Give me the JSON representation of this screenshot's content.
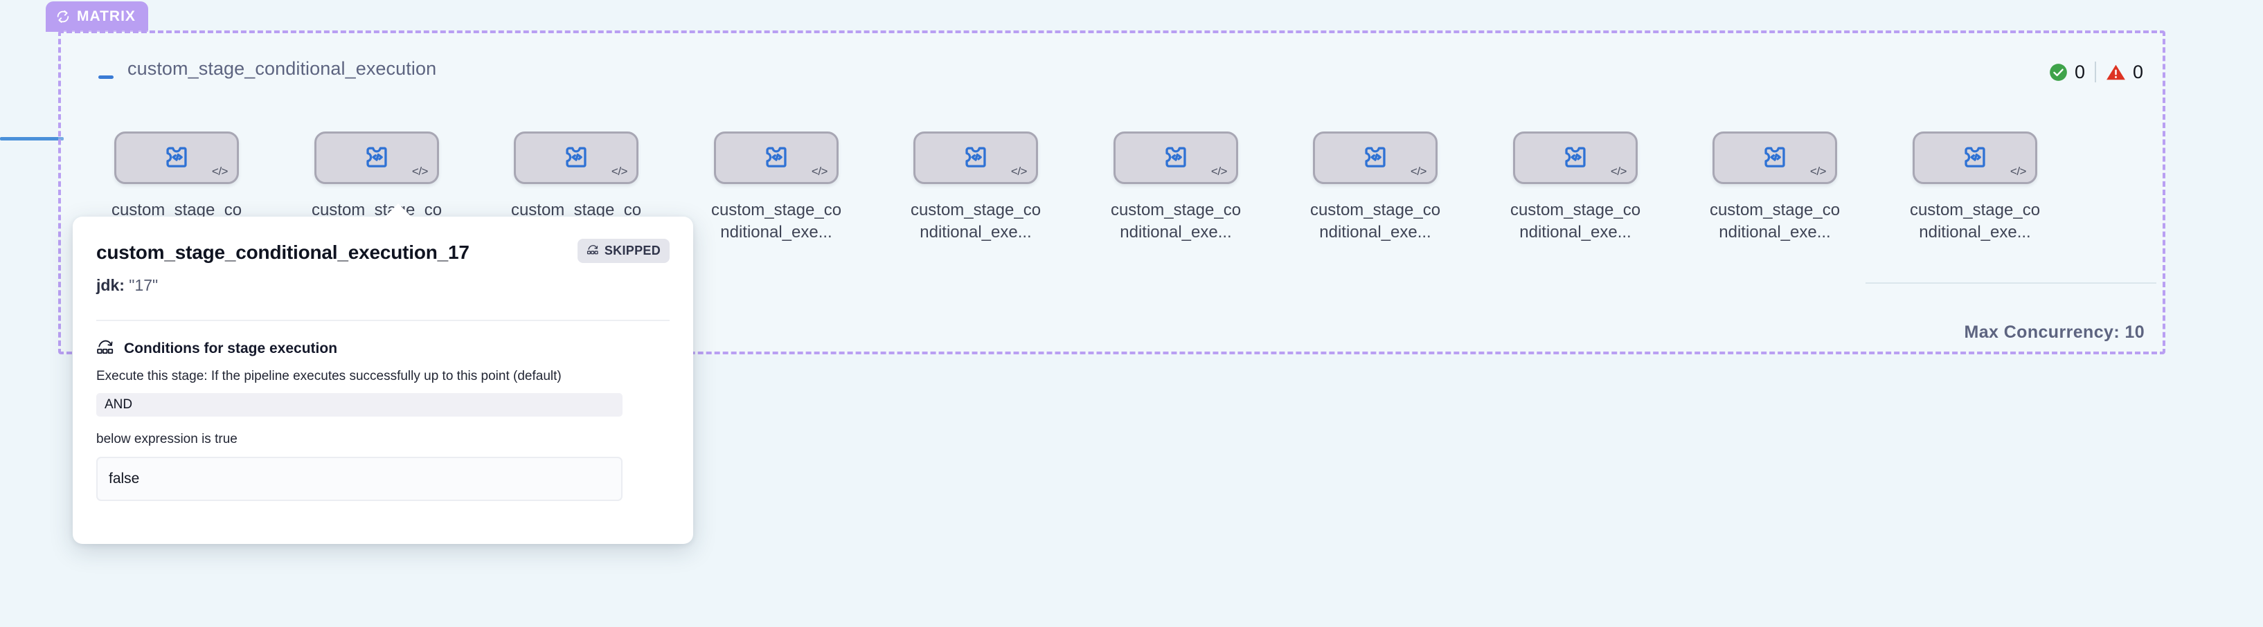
{
  "group": {
    "badge_label": "MATRIX",
    "badge_icon": "loop-icon",
    "title": "custom_stage_conditional_execution",
    "collapse_icon": "minus-icon",
    "max_concurrency": "Max Concurrency: 10"
  },
  "status": {
    "success_icon": "check-circle-icon",
    "success_count": "0",
    "warning_icon": "warning-triangle-icon",
    "warning_count": "0"
  },
  "nodes": [
    {
      "label": "custom_stage_conditional_exe...",
      "icon": "code-stage-icon",
      "corner_icon": "code-brackets-icon"
    },
    {
      "label": "custom_stage_conditional_exe...",
      "icon": "code-stage-icon",
      "corner_icon": "code-brackets-icon"
    },
    {
      "label": "custom_stage_conditional_exe...",
      "icon": "code-stage-icon",
      "corner_icon": "code-brackets-icon"
    },
    {
      "label": "custom_stage_conditional_exe...",
      "icon": "code-stage-icon",
      "corner_icon": "code-brackets-icon"
    },
    {
      "label": "custom_stage_conditional_exe...",
      "icon": "code-stage-icon",
      "corner_icon": "code-brackets-icon"
    },
    {
      "label": "custom_stage_conditional_exe...",
      "icon": "code-stage-icon",
      "corner_icon": "code-brackets-icon"
    },
    {
      "label": "custom_stage_conditional_exe...",
      "icon": "code-stage-icon",
      "corner_icon": "code-brackets-icon"
    },
    {
      "label": "custom_stage_conditional_exe...",
      "icon": "code-stage-icon",
      "corner_icon": "code-brackets-icon"
    },
    {
      "label": "custom_stage_conditional_exe...",
      "icon": "code-stage-icon",
      "corner_icon": "code-brackets-icon"
    },
    {
      "label": "custom_stage_conditional_exe...",
      "icon": "code-stage-icon",
      "corner_icon": "code-brackets-icon"
    }
  ],
  "popover": {
    "title": "custom_stage_conditional_execution_17",
    "status_badge": "SKIPPED",
    "status_badge_icon": "skip-stage-icon",
    "param_key": "jdk:",
    "param_value": "\"17\"",
    "conditions": {
      "icon": "skip-stage-icon",
      "heading": "Conditions for stage execution",
      "description": "Execute this stage: If the pipeline executes successfully up to this point (default)",
      "operator": "AND",
      "note": "below expression is true",
      "expression": "false"
    }
  },
  "colors": {
    "canvas_bg": "#eef6fa",
    "matrix_accent": "#b99ff2",
    "edge": "#4a90d9",
    "node_fill": "#d7d6de",
    "node_border": "#a8a7b4",
    "node_icon": "#2f72d4",
    "success": "#3fa34a",
    "warning": "#dd3322",
    "title_text": "#5d6480"
  }
}
